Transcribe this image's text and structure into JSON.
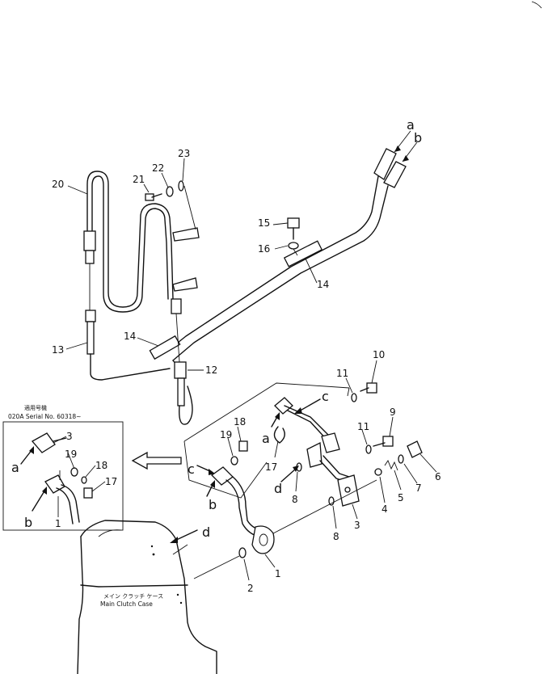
{
  "callouts": [
    {
      "id": "a1",
      "text": "a"
    },
    {
      "id": "b1",
      "text": "b"
    },
    {
      "id": "n23",
      "text": "23"
    },
    {
      "id": "n22",
      "text": "22"
    },
    {
      "id": "n21",
      "text": "21"
    },
    {
      "id": "n20",
      "text": "20"
    },
    {
      "id": "n15",
      "text": "15"
    },
    {
      "id": "n16",
      "text": "16"
    },
    {
      "id": "n14a",
      "text": "14"
    },
    {
      "id": "n13",
      "text": "13"
    },
    {
      "id": "n14b",
      "text": "14"
    },
    {
      "id": "n12",
      "text": "12"
    },
    {
      "id": "n10",
      "text": "10"
    },
    {
      "id": "n11a",
      "text": "11"
    },
    {
      "id": "c1",
      "text": "c"
    },
    {
      "id": "n18a",
      "text": "18"
    },
    {
      "id": "n19a",
      "text": "19"
    },
    {
      "id": "a2",
      "text": "a"
    },
    {
      "id": "n17a",
      "text": "17"
    },
    {
      "id": "n9",
      "text": "9"
    },
    {
      "id": "n11b",
      "text": "11"
    },
    {
      "id": "c2",
      "text": "c"
    },
    {
      "id": "d1",
      "text": "d"
    },
    {
      "id": "n8a",
      "text": "8"
    },
    {
      "id": "n6",
      "text": "6"
    },
    {
      "id": "n7",
      "text": "7"
    },
    {
      "id": "n5",
      "text": "5"
    },
    {
      "id": "n4",
      "text": "4"
    },
    {
      "id": "b2",
      "text": "b"
    },
    {
      "id": "n3a",
      "text": "3"
    },
    {
      "id": "n8b",
      "text": "8"
    },
    {
      "id": "d2",
      "text": "d"
    },
    {
      "id": "n1a",
      "text": "1"
    },
    {
      "id": "n2",
      "text": "2"
    },
    {
      "id": "n3b",
      "text": "3"
    },
    {
      "id": "a3",
      "text": "a"
    },
    {
      "id": "n19b",
      "text": "19"
    },
    {
      "id": "n18b",
      "text": "18"
    },
    {
      "id": "n17b",
      "text": "17"
    },
    {
      "id": "b3",
      "text": "b"
    },
    {
      "id": "n1b",
      "text": "1"
    }
  ],
  "inset": {
    "header_jp": "適用号機",
    "serial": "020A Serial No. 60318~"
  },
  "case_label": {
    "jp": "メイン クラッチ ケース",
    "en": "Main Clutch Case"
  }
}
